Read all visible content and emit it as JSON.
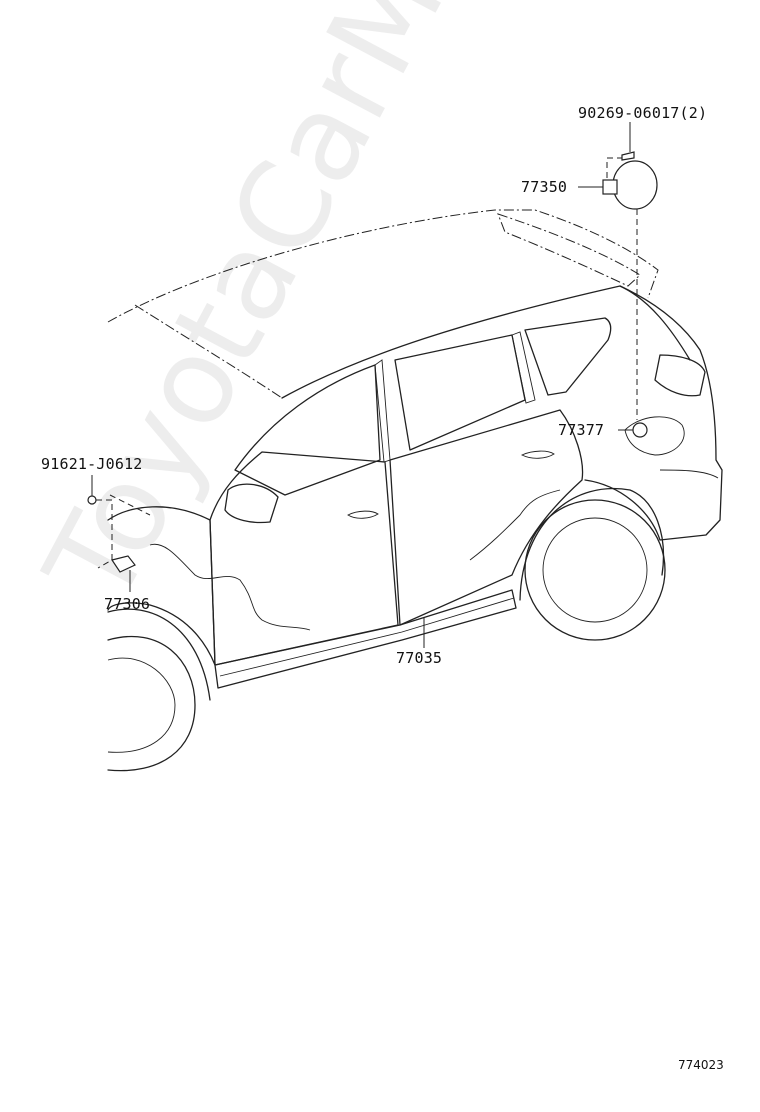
{
  "labels": {
    "part_90269": "90269-06017(2)",
    "part_77350": "77350",
    "part_77377": "77377",
    "part_91621": "91621-J0612",
    "part_77306": "77306",
    "part_77035": "77035"
  },
  "watermark": "ToyotaCarMine.ru",
  "figure_ref": "774023"
}
